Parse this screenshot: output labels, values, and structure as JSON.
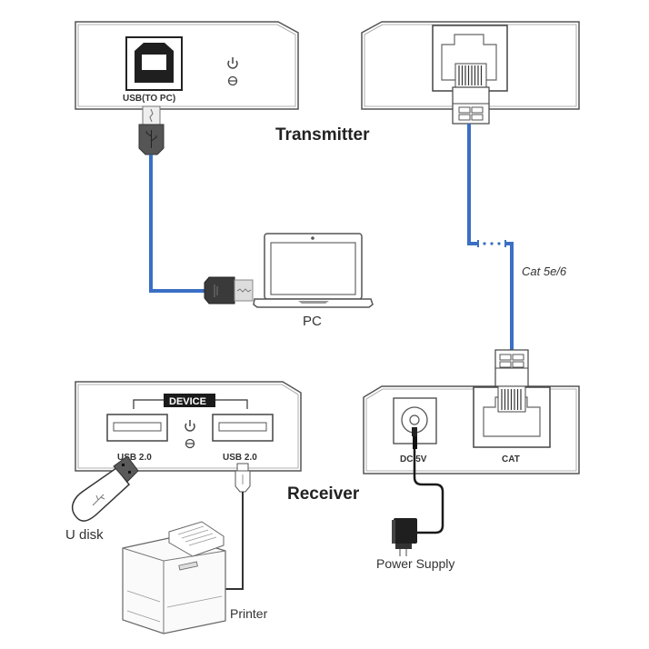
{
  "diagram": {
    "title_transmitter": "Transmitter",
    "title_receiver": "Receiver",
    "colors": {
      "cable_blue": "#3a6fc4",
      "cable_black": "#1a1a1a",
      "outline": "#555555",
      "device_label_bg": "#1a1a1a"
    },
    "transmitter": {
      "usb_port_label": "USB(TO PC)",
      "icons": [
        "power-icon",
        "link-led-icon"
      ]
    },
    "cable": {
      "label": "Cat 5e/6"
    },
    "pc": {
      "label": "PC"
    },
    "receiver": {
      "device_header": "DEVICE",
      "usb_port_1_label": "USB 2.0",
      "usb_port_2_label": "USB 2.0",
      "dc_label": "DC 5V",
      "cat_label": "CAT",
      "icons": [
        "power-icon",
        "link-led-icon"
      ]
    },
    "peripherals": {
      "udisk_label": "U disk",
      "printer_label": "Printer",
      "power_supply_label": "Power Supply"
    }
  }
}
